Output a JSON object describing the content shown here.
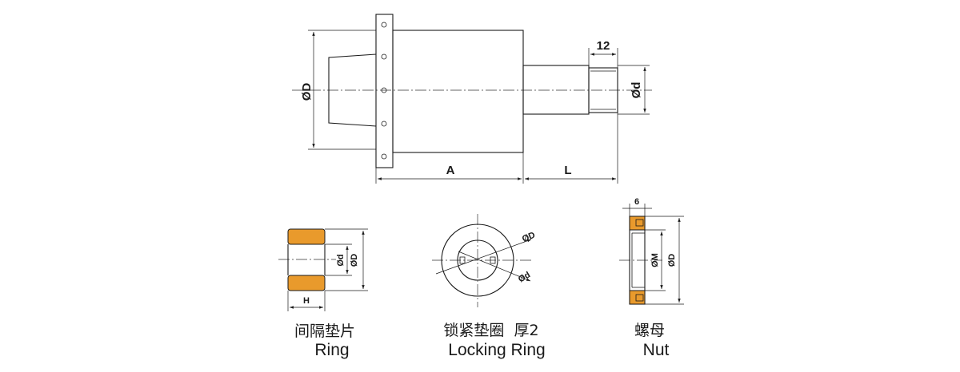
{
  "main_view": {
    "dim_12": "12",
    "dim_D": "ØD",
    "dim_d": "Ød",
    "dim_A": "A",
    "dim_L": "L"
  },
  "ring": {
    "caption_cn": "间隔垫片",
    "caption_en": "Ring",
    "dim_d": "Ød",
    "dim_D": "ØD",
    "dim_H": "H"
  },
  "locking_ring": {
    "caption_cn": "锁紧垫圈  厚2",
    "caption_en": "Locking Ring",
    "dim_D": "ØD",
    "dim_d": "Ød"
  },
  "nut": {
    "caption_cn": "螺母",
    "caption_en": "Nut",
    "dim_6": "6",
    "dim_M": "ØM",
    "dim_D": "ØD"
  },
  "colors": {
    "part_fill": "#e99a2c",
    "line": "#1a1a1a"
  }
}
